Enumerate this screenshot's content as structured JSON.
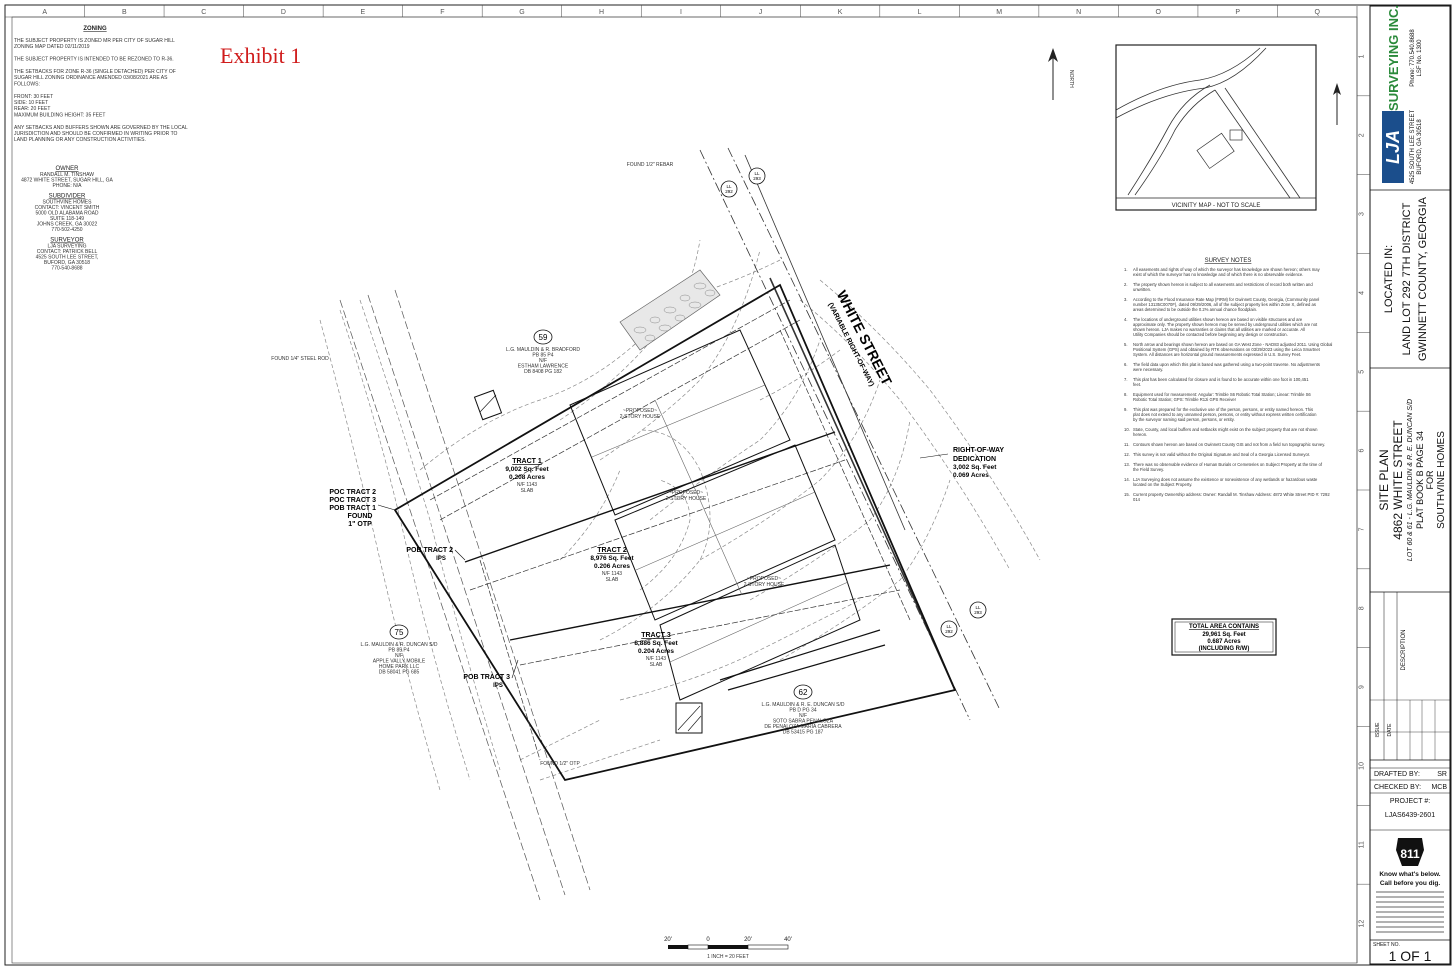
{
  "exhibit_label": "Exhibit 1",
  "grid": {
    "columns": [
      "A",
      "B",
      "C",
      "D",
      "E",
      "F",
      "G",
      "H",
      "I",
      "J",
      "K",
      "L",
      "M",
      "N",
      "O",
      "P",
      "Q"
    ],
    "rows": [
      "1",
      "2",
      "3",
      "4",
      "5",
      "6",
      "7",
      "8",
      "9",
      "10",
      "11",
      "12"
    ]
  },
  "zoning": {
    "title": "ZONING",
    "lines": [
      "THE SUBJECT PROPERTY IS ZONED MR PER CITY OF SUGAR HILL",
      "ZONING MAP DATED 02/11/2019",
      "",
      "THE SUBJECT PROPERTY IS INTENDED TO BE REZONED TO R-36.",
      "",
      "THE SETBACKS FOR ZONE R-36 (SINGLE DETACHED) PER CITY OF",
      "SUGAR HILL ZONING ORDINANCE AMENDED 03/08/2021 ARE AS",
      "FOLLOWS:",
      "",
      "FRONT: 30 FEET",
      "SIDE: 10 FEET",
      "REAR: 20 FEET",
      "MAXIMUM BUILDING HEIGHT: 35 FEET",
      "",
      "ANY SETBACKS AND BUFFERS SHOWN ARE GOVERNED BY THE LOCAL",
      "JURISDICTION AND SHOULD BE CONFIRMED IN WRITING PRIOR TO",
      "LAND PLANNING OR ANY CONSTRUCTION ACTIVITIES."
    ]
  },
  "parties": [
    {
      "heading": "OWNER",
      "lines": [
        "RANDALL M. TINSHAW",
        "4872 WHITE STREET, SUGAR HILL, GA",
        "PHONE: N/A"
      ]
    },
    {
      "heading": "SUBDIVIDER",
      "lines": [
        "SOUTHVINE HOMES",
        "CONTACT: VINCENT SMITH",
        "5000 OLD ALABAMA ROAD",
        "SUITE 118-149",
        "JOHNS CREEK, GA 30022",
        "770-502-4250"
      ]
    },
    {
      "heading": "SURVEYOR",
      "lines": [
        "LJA SURVEYING",
        "CONTACT: PATRICK BELL",
        "4525 SOUTH LEE STREET,",
        "BUFORD, GA 30518",
        "770-540-8688"
      ]
    }
  ],
  "vicinity_map": {
    "caption": "VICINITY MAP - NOT TO SCALE"
  },
  "survey_notes": {
    "title": "SURVEY NOTES",
    "items": [
      "All easements and rights of way of which the surveyor has knowledge are shown hereon; others may exist of which the surveyor has no knowledge and of which there is no observable evidence.",
      "The property shown hereon is subject to all easements and restrictions of record both written and unwritten.",
      "According to the Flood Insurance Rate Map (FIRM) for Gwinnett County, Georgia, (Community panel number 13135C0070F), dated 09/29/2006, all of the subject property lies within Zone X, defined as areas determined to be outside the 0.2% annual chance floodplain.",
      "The locations of underground utilities shown hereon are based on visible structures and are approximate only. The property shown hereon may be served by underground utilities which are not shown hereon. LJA makes no warranties or claims that all utilities are marked or accurate. All Utility Companies should be contacted before beginning any design or construction.",
      "North arrow and bearings shown hereon are based on GA West Zone - NAD83 adjusted 2011. Using Global Positional System (GPS) and obtained by RTK observations on 03/29/2023 using the Leica Smartnet System. All distances are horizontal ground measurements expressed in U.S. Survey Feet.",
      "The field data upon which this plat is based was gathered using a two-point traverse. No adjustments were necessary.",
      "This plat has been calculated for closure and is found to be accurate within one foot in 100,451 feet.",
      "Equipment used for measurement: Angular: Trimble S6 Robotic Total Station; Linear: Trimble S6 Robotic Total Station; GPS: Trimble R12i GPS Receiver",
      "This plat was prepared for the exclusive use of the person, persons, or entity named hereon. This plat does not extend to any unnamed person, persons, or entity without express written certification by the surveyor naming said person, persons, or entity.",
      "State, County, and local buffers and setbacks might exist on the subject property that are not shown hereon.",
      "Contours shown hereon are based on Gwinnett County GIS and not from a field run topographic survey.",
      "This survey is not valid without the Original Signature and Seal of a Georgia Licensed Surveyor.",
      "There was no observable evidence of Human Burials or Cemeteries on Subject Property at the time of the Field Survey.",
      "LJA Surveying does not assume the existence or nonexistence of any wetlands or hazardous waste located on the Subject Property.",
      "Current property Ownership address: Owner: Randall M. Tinshaw Address: 4872 White Street PID #: 7292 014"
    ]
  },
  "street": {
    "name": "WHITE STREET",
    "row_note": "(VARIABLE RIGHT-OF-WAY)"
  },
  "row_dedication": {
    "title1": "RIGHT-OF-WAY",
    "title2": "DEDICATION",
    "sqft": "3,002 Sq. Feet",
    "acres": "0.069 Acres"
  },
  "tracts": [
    {
      "name": "TRACT 1",
      "sqft": "9,002 Sq. Feet",
      "acres": "0.208 Acres",
      "ffe": "N/F   1143",
      "slab": "SLAB",
      "house": "~PROPOSED~ 2-STORY HOUSE"
    },
    {
      "name": "TRACT 2",
      "sqft": "8,976 Sq. Feet",
      "acres": "0.206 Acres",
      "ffe": "N/F   1143",
      "slab": "SLAB",
      "house": "~PROPOSED~ 2-STORY HOUSE"
    },
    {
      "name": "TRACT 3",
      "sqft": "8,886 Sq. Feet",
      "acres": "0.204 Acres",
      "ffe": "N/F   1143",
      "slab": "SLAB",
      "house": "~PROPOSED~ 2-STORY HOUSE"
    }
  ],
  "point_labels": {
    "poc1": "POC TRACT 2",
    "poc2": "POC TRACT 3",
    "pob1": "POB TRACT 1",
    "found": "FOUND",
    "otp": "1\" OTP",
    "pob2": "POB TRACT 2",
    "pob3": "POB TRACT 3",
    "ips": "IPS",
    "found_rebar": "FOUND 1/2\" REBAR",
    "found_steel": "FOUND 1/4\" STEEL ROD",
    "found_bottom": "FOUND 1/2\" OTP"
  },
  "adjoiners": [
    {
      "num": "59",
      "line1": "L.G. MAULDIN & R. BRADFORD",
      "line2": "PB 85 P4",
      "line3": "N/F",
      "line4": "ESTHAM LAWRENCE",
      "line5": "DB 8408 PG 182"
    },
    {
      "num": "75",
      "line1": "L.G. MAULDIN & R. DUNCAN S/D",
      "line2": "PB 85 P4",
      "line3": "N/F",
      "line4": "APPLE VALLY MOBILE",
      "line5": "HOME PARK LLC",
      "line6": "DB 58041 PG 685"
    },
    {
      "num": "62",
      "line1": "L.G. MAULDIN & R. E. DUNCAN S/D",
      "line2": "PB D PG 34",
      "line3": "N/F",
      "line4": "SOTO SABRA PENALOZA",
      "line5": "DE PENALOZA MARIA CABRERA",
      "line6": "DB 53415 PG 187"
    }
  ],
  "land_lot_badges": [
    "LL 292",
    "LL 293"
  ],
  "total_area": {
    "title": "TOTAL AREA CONTAINS",
    "sqft": "29,961 Sq. Feet",
    "acres": "0.687 Acres",
    "note": "(INCLUDING R/W)"
  },
  "scale_bar": {
    "ticks": [
      "20'",
      "0",
      "20'",
      "40'"
    ],
    "caption": "1 INCH = 20 FEET"
  },
  "title_block": {
    "company": "SURVEYING INC.",
    "logo": "LJA",
    "address1": "4525 SOUTH LEE STREET",
    "address2": "BUFORD, GA 30518",
    "phone": "Phone: 770.540.8688",
    "lsf": "LSF No. 1300",
    "located_in": "LOCATED IN:",
    "land_lot": "LAND LOT 292 7TH DISTRICT",
    "county": "GWINNETT COUNTY, GEORGIA",
    "plan_title": "SITE PLAN",
    "address": "4862 WHITE STREET",
    "lot": "LOT 60 & 61 - L.G. MAULDIN & R. E. DUNCAN S/D",
    "plat": "PLAT BOOK B PAGE 34",
    "for": "FOR",
    "client": "SOUTHVINE HOMES",
    "revisions_label": "DESCRIPTION",
    "rev_headers": [
      "ISSUE",
      "DATE"
    ],
    "drafted_label": "DRAFTED BY:",
    "drafted_value": "SR",
    "checked_label": "CHECKED BY:",
    "checked_value": "MCB",
    "project_label": "PROJECT #:",
    "project_value": "LJAS6439-2601",
    "e811": "811",
    "know": "Know what's below.",
    "call": "Call before you dig.",
    "sheet_label": "SHEET NO.",
    "sheet_value": "1 OF 1"
  },
  "colors": {
    "exhibit": "#d01c1c",
    "ink": "#111111",
    "contour": "#8a8a8a"
  }
}
